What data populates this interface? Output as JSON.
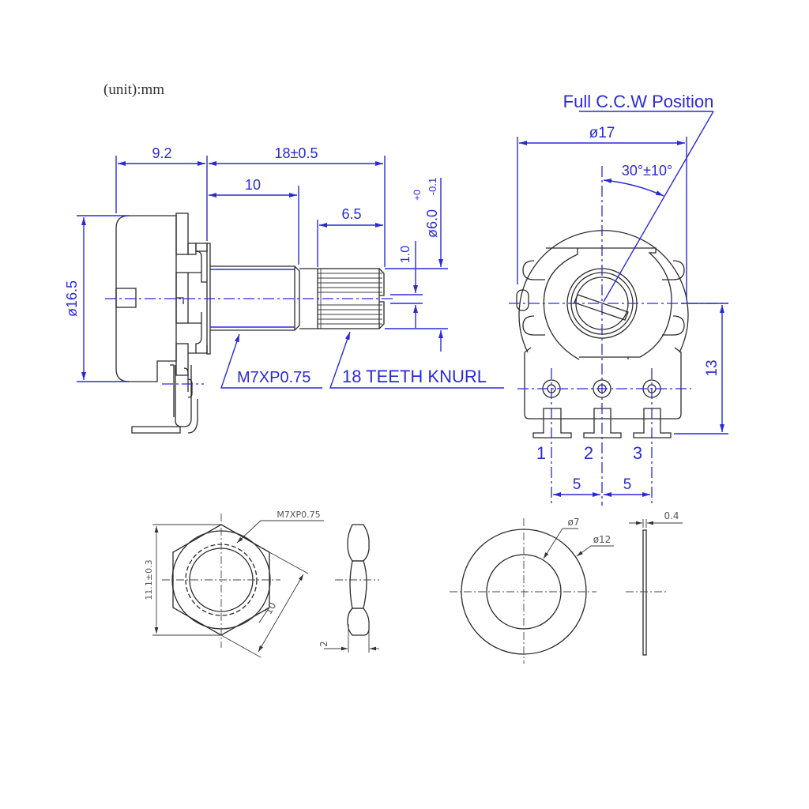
{
  "unit_label": "(unit):mm",
  "side_view": {
    "dim_body_length": "9.2",
    "dim_shaft_length": "18±0.5",
    "dim_thread_length": "10",
    "dim_knurl_length": "6.5",
    "dim_body_diameter": "ø16.5",
    "dim_shaft_diameter": "ø6.0",
    "dim_shaft_tol_upper": "+0",
    "dim_shaft_tol_lower": "-0.1",
    "dim_slot_width": "1.0",
    "thread_callout": "M7XP0.75",
    "knurl_callout": "18 TEETH KNURL"
  },
  "front_view": {
    "title_callout": "Full C.C.W Position",
    "dim_outer_diameter": "ø17",
    "dim_angle": "30°±10°",
    "dim_height": "13",
    "dim_pin_pitch_1": "5",
    "dim_pin_pitch_2": "5",
    "pin_labels": [
      "1",
      "2",
      "3"
    ]
  },
  "nut": {
    "thread_callout": "M7XP0.75",
    "dim_across_corners": "11.1±0.3",
    "dim_across_flats": "10",
    "dim_thickness": "2"
  },
  "washer": {
    "dim_inner_diameter": "ø7",
    "dim_outer_diameter": "ø12",
    "dim_thickness": "0.4"
  },
  "colors": {
    "dimension_blue": "#2a2ad8",
    "outline_black": "#2b2b2b",
    "background": "#ffffff"
  }
}
